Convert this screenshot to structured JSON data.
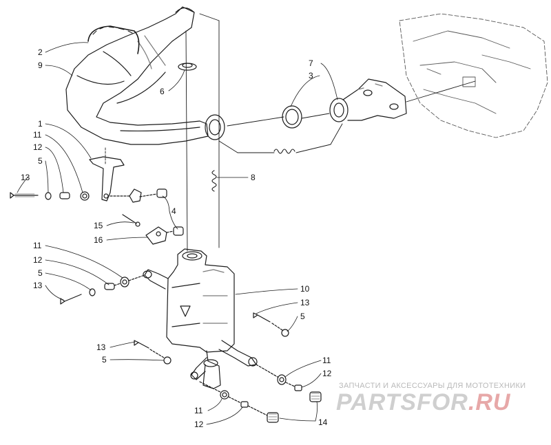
{
  "callouts": {
    "c2": "2",
    "c9": "9",
    "c6": "6",
    "c7": "7",
    "c3": "3",
    "c1": "1",
    "c11a": "11",
    "c12a": "12",
    "c5a": "5",
    "c13a": "13",
    "c8": "8",
    "c4": "4",
    "c15": "15",
    "c16": "16",
    "c11b": "11",
    "c12b": "12",
    "c5b": "5",
    "c13b": "13",
    "c10": "10",
    "c13c": "13",
    "c5c": "5",
    "c13d": "13",
    "c5d": "5",
    "c11c": "11",
    "c12c": "12",
    "c11d": "11",
    "c12d": "12",
    "c14": "14"
  },
  "watermark": {
    "caption": "ЗАПЧАСТИ И АКСЕССУАРЫ ДЛЯ МОТОТЕХНИКИ",
    "logo_main": "PARTSFOR",
    "logo_suffix": ".RU"
  },
  "colors": {
    "line": "#1a1a1a",
    "shade": "#7a7a7a",
    "paper": "#ffffff",
    "watermark_accent": "#e7a8a8"
  }
}
